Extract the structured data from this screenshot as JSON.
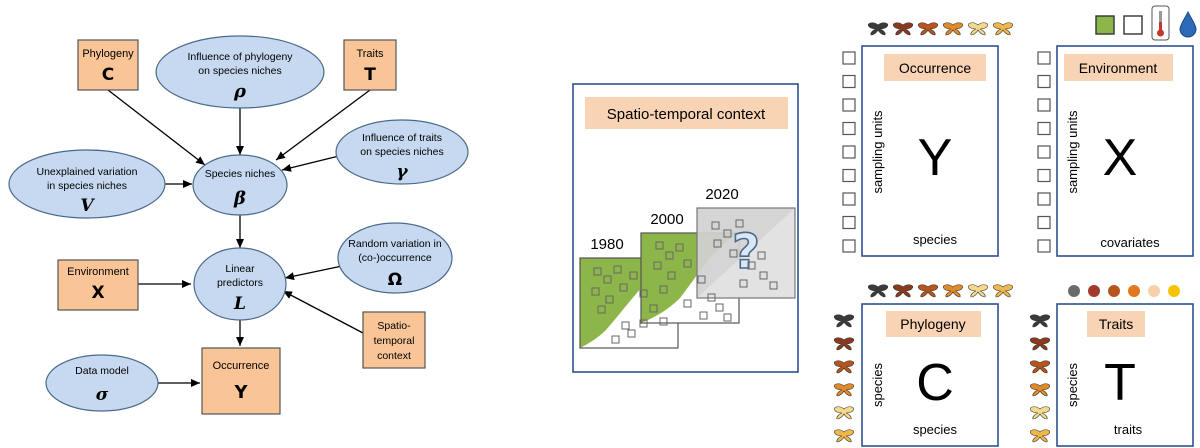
{
  "dag": {
    "phylogeny": {
      "label": "Phylogeny",
      "symbol": "C"
    },
    "traits": {
      "label": "Traits",
      "symbol": "T"
    },
    "rho": {
      "line1": "Influence of phylogeny",
      "line2": "on species niches",
      "symbol": "ρ"
    },
    "gamma": {
      "line1": "Influence of traits",
      "line2": "on species niches",
      "symbol": "γ"
    },
    "V": {
      "line1": "Unexplained variation",
      "line2": "in species niches",
      "symbol": "V"
    },
    "beta": {
      "label": "Species niches",
      "symbol": "β"
    },
    "environment": {
      "label": "Environment",
      "symbol": "X"
    },
    "L": {
      "line1": "Linear",
      "line2": "predictors",
      "symbol": "L"
    },
    "omega": {
      "line1": "Random variation in",
      "line2": "(co-)occurrence",
      "symbol": "Ω"
    },
    "spatio": {
      "line1": "Spatio-",
      "line2": "temporal",
      "line3": "context"
    },
    "sigma": {
      "label": "Data model",
      "symbol": "σ"
    },
    "occurrence": {
      "label": "Occurrence",
      "symbol": "Y"
    }
  },
  "context": {
    "title": "Spatio-temporal context",
    "years": [
      "1980",
      "2000",
      "2020"
    ],
    "unknown_mark": "?"
  },
  "matrices": {
    "occurrence": {
      "title": "Occurrence",
      "symbol": "Y",
      "row_label": "sampling units",
      "col_label": "species"
    },
    "environment": {
      "title": "Environment",
      "symbol": "X",
      "row_label": "sampling units",
      "col_label": "covariates"
    },
    "phylogeny": {
      "title": "Phylogeny",
      "symbol": "C",
      "row_label": "species",
      "col_label": "species"
    },
    "traits": {
      "title": "Traits",
      "symbol": "T",
      "row_label": "species",
      "col_label": "traits"
    }
  },
  "colors": {
    "node_fill": "#c6d9f0",
    "node_stroke": "#4a6a8a",
    "box_fill": "#f9c596",
    "box_stroke": "#555555",
    "panel_border": "#2f528f",
    "title_fill": "#f8d3b4",
    "map_green": "#8db64a",
    "map_grey": "#c8c8c8",
    "habitat_green": "#8db64a",
    "moth_colors": [
      "#3a3a3a",
      "#8a3a1e",
      "#b8551e",
      "#e08a2a",
      "#f5d98a",
      "#f0b84a"
    ],
    "trait_dots": [
      "#6b6b6b",
      "#a33a2e",
      "#b8551e",
      "#e07a1e",
      "#f5d0a8",
      "#f5c400"
    ]
  },
  "icons": [
    "moth-icon",
    "thermometer-icon",
    "water-drop-icon",
    "habitat-square-icon",
    "empty-square-icon"
  ]
}
